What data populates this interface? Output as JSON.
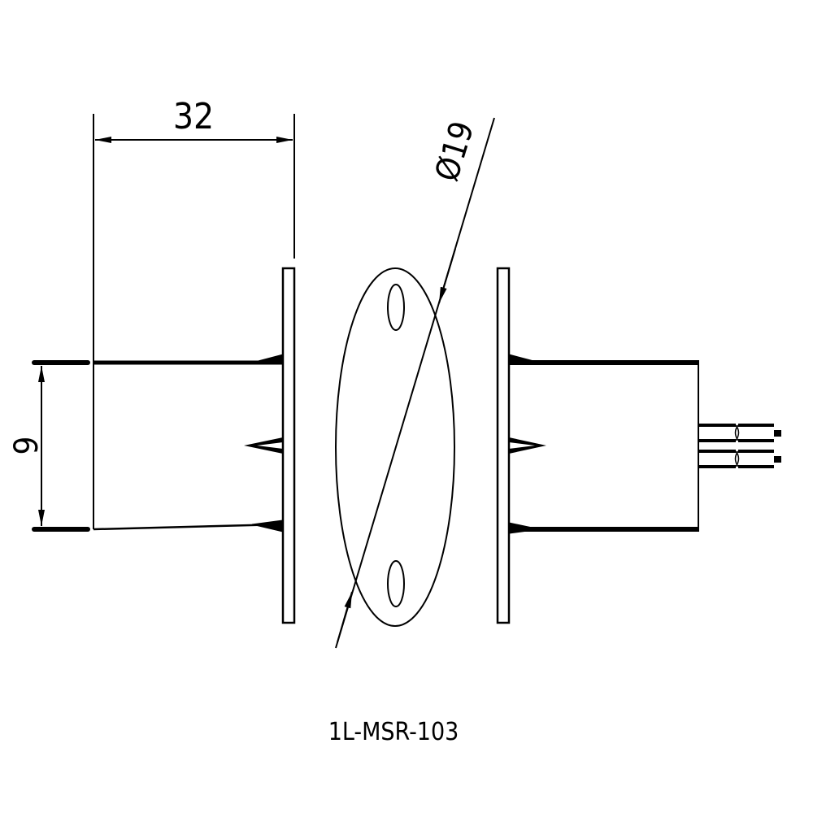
{
  "drawing": {
    "model_label": "1L-MSR-103",
    "dimensions": {
      "length": "32",
      "diameter": "Ø19",
      "height": "9"
    },
    "colors": {
      "line": "#000000",
      "background": "#ffffff"
    }
  }
}
